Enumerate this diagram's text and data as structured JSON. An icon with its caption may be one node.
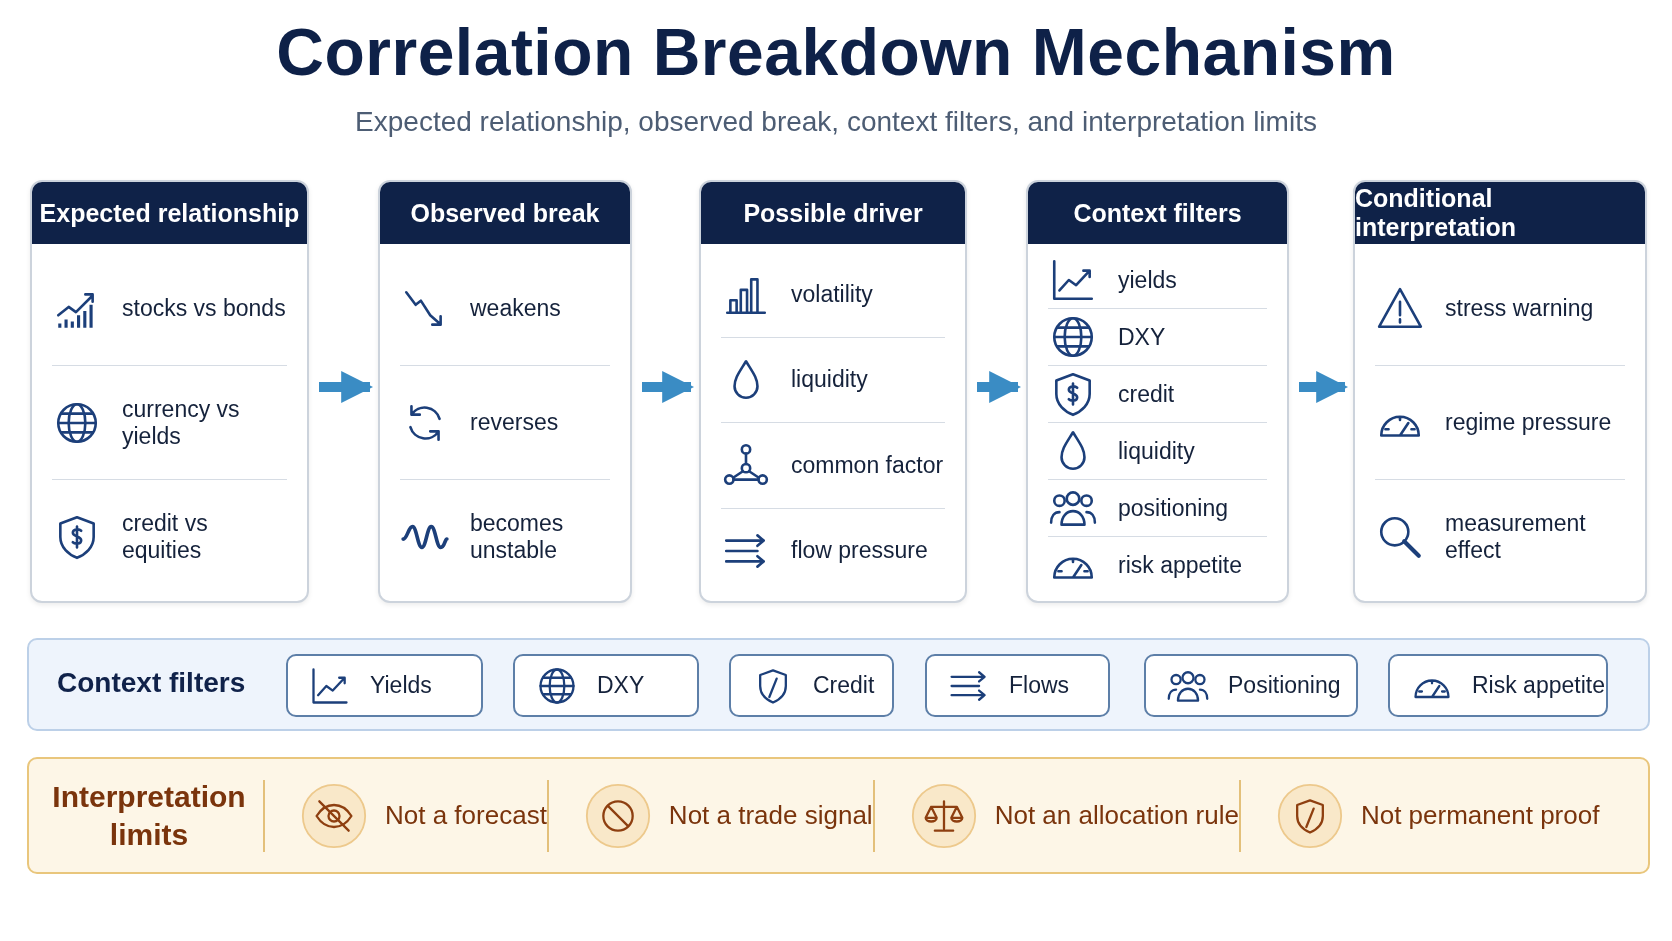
{
  "diagram": {
    "title": "Correlation Breakdown Mechanism",
    "nodes": [
      {
        "text": [
          "Expected relationship"
        ]
      },
      {
        "text": [
          "stocks vs bonds"
        ],
        "in": 0
      },
      {
        "text": [
          "currency vs yields"
        ],
        "in": 0
      },
      {
        "text": [
          "credit vs equities"
        ],
        "in": 0
      },
      {
        "text": [
          "Observed break"
        ]
      },
      {
        "text": [
          "weakens"
        ],
        "in": 4
      },
      {
        "text": [
          "reverses"
        ],
        "in": 4
      },
      {
        "text": [
          "becomes unstable"
        ],
        "in": 4
      },
      {
        "text": [
          "Possible driver"
        ]
      },
      {
        "text": [
          "volatility"
        ],
        "in": 8
      },
      {
        "text": [
          "liquidity"
        ],
        "in": 8
      },
      {
        "text": [
          "common factor"
        ],
        "in": 8
      },
      {
        "text": [
          "flow pressure"
        ],
        "in": 8
      },
      {
        "text": [
          "Context filters"
        ]
      },
      {
        "text": [
          "yields"
        ],
        "in": 13
      },
      {
        "text": [
          "DXY"
        ],
        "in": 13
      },
      {
        "text": [
          "credit"
        ],
        "in": 13
      },
      {
        "text": [
          "liquidity"
        ],
        "in": 13
      },
      {
        "text": [
          "positioning"
        ],
        "in": 13
      },
      {
        "text": [
          "risk appetite"
        ],
        "in": 13
      },
      {
        "text": [
          "Conditional interpretation"
        ]
      },
      {
        "text": [
          "stress warning"
        ],
        "in": 20
      },
      {
        "text": [
          "regime pressure"
        ],
        "in": 20
      },
      {
        "text": [
          "measurement effect"
        ],
        "in": 20
      },
      {
        "text": [
          "Context filters"
        ]
      },
      {
        "text": [
          "Yields"
        ],
        "in": 24
      },
      {
        "text": [
          "DXY"
        ],
        "in": 24
      },
      {
        "text": [
          "Credit"
        ],
        "in": 24
      },
      {
        "text": [
          "Flows"
        ],
        "in": 24
      },
      {
        "text": [
          "Positioning"
        ],
        "in": 24
      },
      {
        "text": [
          "Risk appetite"
        ],
        "in": 24
      },
      {
        "text": [
          "Interpretation limits"
        ]
      },
      {
        "text": [
          "Not a forecast"
        ],
        "in": 31
      },
      {
        "text": [
          "Not a trade signal"
        ],
        "in": 31
      },
      {
        "text": [
          "Not an allocation rule"
        ],
        "in": 31
      },
      {
        "text": [
          "Not permanent proof"
        ],
        "in": 31
      }
    ],
    "edges": [
      {
        "from": 0,
        "to": 4,
        "arrow": "to"
      },
      {
        "from": 4,
        "to": 8,
        "arrow": "to"
      },
      {
        "from": 8,
        "to": 13,
        "arrow": "to"
      },
      {
        "from": 13,
        "to": 20,
        "arrow": "to"
      }
    ],
    "labels": [
      "Expected relationship, observed break, context filters, and interpretation limits"
    ]
  }
}
